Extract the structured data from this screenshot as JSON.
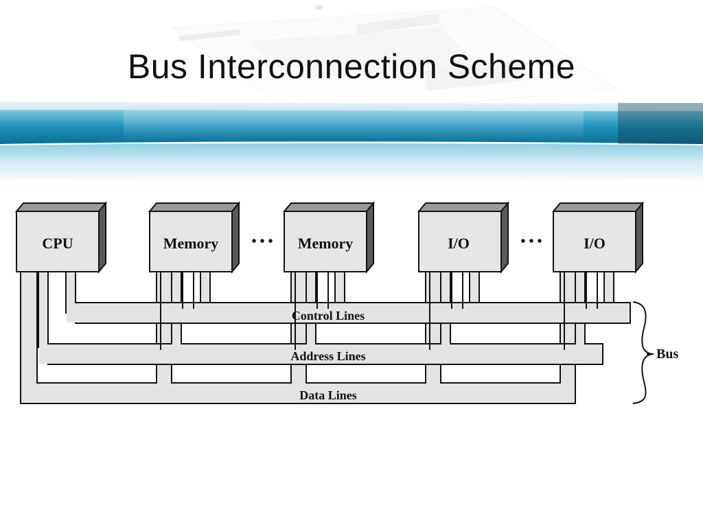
{
  "slide": {
    "title": "Bus Interconnection Scheme"
  },
  "diagram": {
    "modules": [
      {
        "label": "CPU"
      },
      {
        "label": "Memory"
      },
      {
        "label": "Memory"
      },
      {
        "label": "I/O"
      },
      {
        "label": "I/O"
      }
    ],
    "ellipses": [
      "• • •",
      "• • •"
    ],
    "bus_lines": [
      {
        "label": "Control Lines"
      },
      {
        "label": "Address Lines"
      },
      {
        "label": "Data Lines"
      }
    ],
    "bus_label": "Bus"
  },
  "colors": {
    "box_fill": "#e6e6e6",
    "box_side": "#5a5a5a",
    "box_top": "#9a9a9a",
    "bus_fill": "#e3e3e3",
    "stroke": "#111111",
    "banner_blue": "#2a9fc4"
  }
}
